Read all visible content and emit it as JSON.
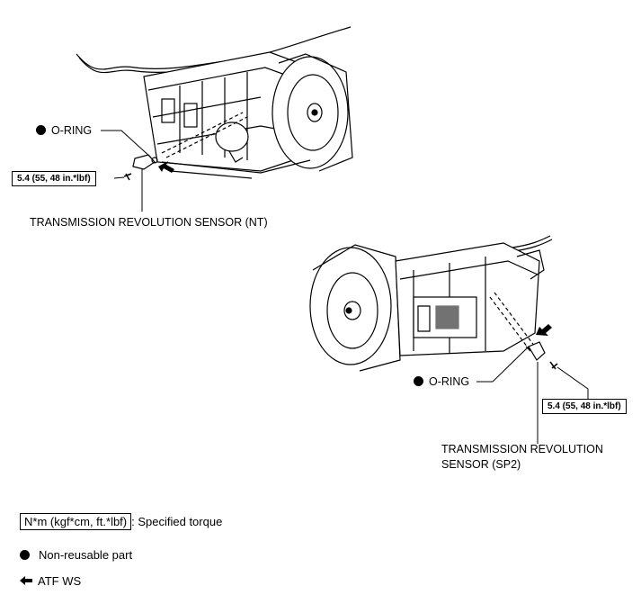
{
  "top": {
    "oring": "O-RING",
    "torque": "5.4 (55, 48 in.*lbf)",
    "sensor": "TRANSMISSION REVOLUTION SENSOR (NT)"
  },
  "bottom": {
    "oring": "O-RING",
    "torque": "5.4 (55, 48 in.*lbf)",
    "sensor_line1": "TRANSMISSION REVOLUTION",
    "sensor_line2": "SENSOR (SP2)"
  },
  "legend": {
    "torque_unit": "N*m (kgf*cm, ft.*lbf)",
    "torque_desc": ": Specified torque",
    "nonreusable": "Non-reusable part",
    "atf": "ATF WS"
  },
  "icons": [
    "non-reusable-dot-icon",
    "atf-arrow-icon"
  ]
}
